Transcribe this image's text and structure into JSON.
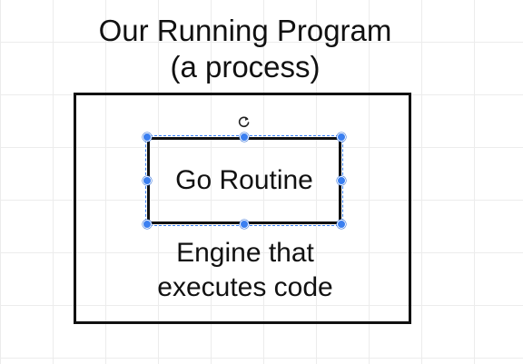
{
  "title": {
    "line1": "Our Running Program",
    "line2": "(a process)"
  },
  "goroutine": {
    "label": "Go Routine",
    "selected": true,
    "handle_color": "#3b7ff0"
  },
  "caption": {
    "line1": "Engine that",
    "line2": "executes code"
  },
  "icons": {
    "rotate": "rotate-icon"
  }
}
